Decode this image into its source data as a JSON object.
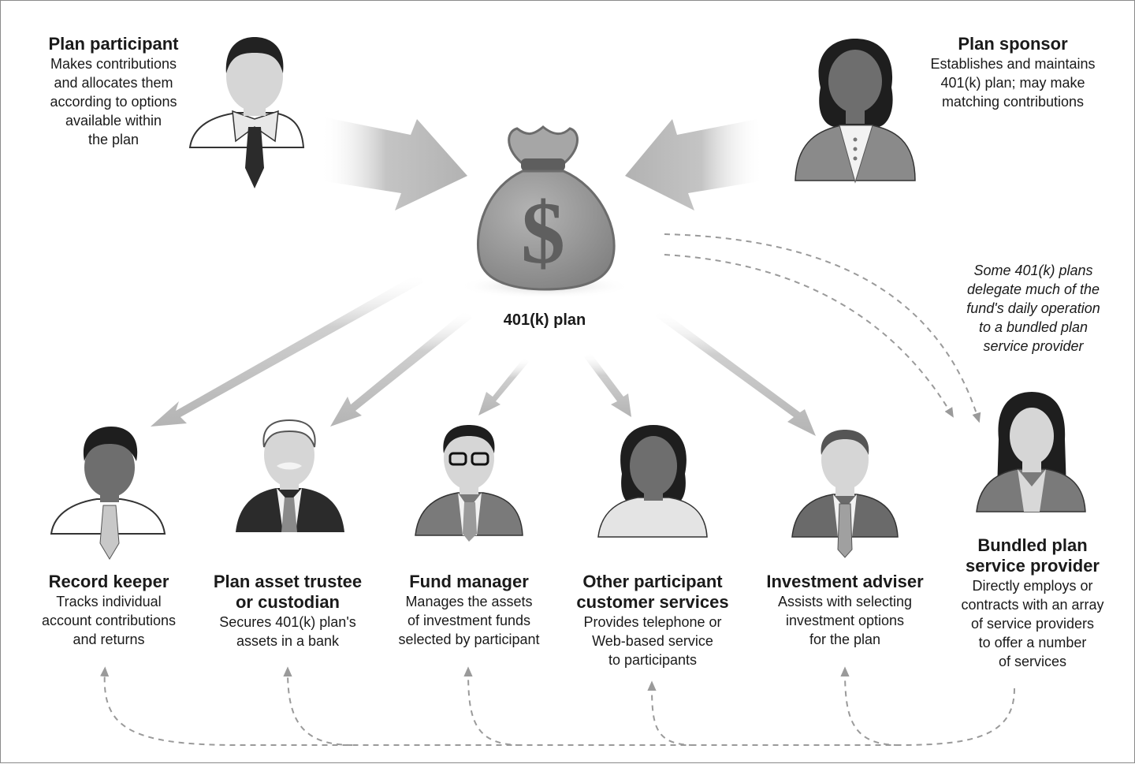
{
  "center": {
    "label": "401(k) plan",
    "symbol": "$"
  },
  "participant": {
    "title": "Plan participant",
    "desc": [
      "Makes contributions",
      "and allocates them",
      "according to options",
      "available within",
      "the plan"
    ]
  },
  "sponsor": {
    "title": "Plan sponsor",
    "desc": [
      "Establishes and maintains",
      "401(k) plan; may make",
      "matching contributions"
    ]
  },
  "note": [
    "Some 401(k) plans",
    "delegate much of the",
    "fund's daily operation",
    "to a bundled plan",
    "service provider"
  ],
  "providers": [
    {
      "title": [
        "Record keeper"
      ],
      "desc": [
        "Tracks individual",
        "account contributions",
        "and returns"
      ]
    },
    {
      "title": [
        "Plan asset trustee",
        "or custodian"
      ],
      "desc": [
        "Secures 401(k) plan's",
        "assets in a bank"
      ]
    },
    {
      "title": [
        "Fund manager"
      ],
      "desc": [
        "Manages the assets",
        "of investment funds",
        "selected by participant"
      ]
    },
    {
      "title": [
        "Other participant",
        "customer services"
      ],
      "desc": [
        "Provides telephone or",
        "Web-based service",
        "to participants"
      ]
    },
    {
      "title": [
        "Investment adviser"
      ],
      "desc": [
        "Assists with selecting",
        "investment options",
        "for the plan"
      ]
    },
    {
      "title": [
        "Bundled plan",
        "service provider"
      ],
      "desc": [
        "Directly employs or",
        "contracts with an array",
        "of service providers",
        "to offer a number",
        "of services"
      ]
    }
  ],
  "colors": {
    "arrow": "#b8b8b8",
    "dashed": "#9a9a9a",
    "bag": "#9c9c9c",
    "dollar": "#6a6a6a",
    "face": "#d6d6d6",
    "dark_skin": "#6e6e6e",
    "hair": "#222222",
    "suit_dark": "#2b2b2b",
    "suit_mid": "#7d7d7d"
  }
}
